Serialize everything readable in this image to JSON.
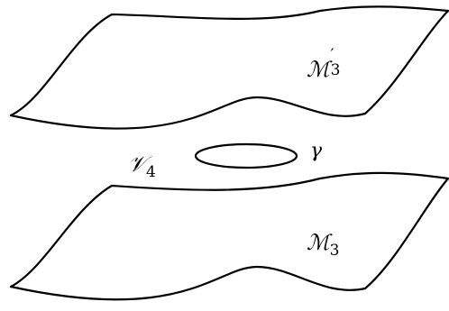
{
  "labels": {
    "upper_manifold": {
      "symbol": "ℳ",
      "prime": "′",
      "subscript": "3"
    },
    "lower_manifold": {
      "symbol": "ℳ",
      "subscript": "3"
    },
    "four_manifold": {
      "symbol": "𝒱",
      "subscript": "4"
    },
    "loop": {
      "symbol": "γ"
    }
  }
}
